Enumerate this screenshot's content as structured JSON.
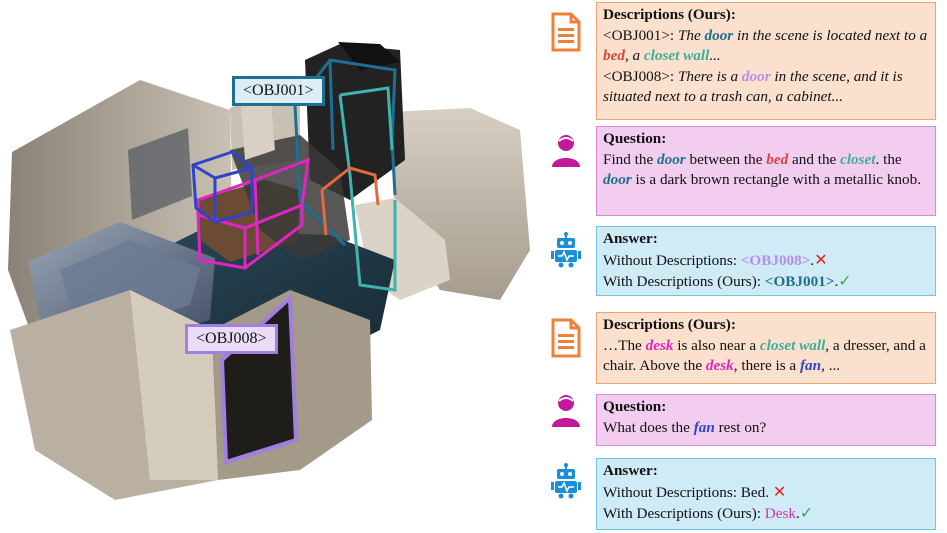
{
  "scene": {
    "obj001_label": "<OBJ001>",
    "obj008_label": "<OBJ008>"
  },
  "panels": {
    "desc1": {
      "title": "Descriptions (Ours):",
      "l1_id": "<OBJ001>: ",
      "l1_a": "The ",
      "l1_door": "door",
      "l1_b": " in the scene is located next to a ",
      "l1_bed": "bed",
      "l1_c": ", a ",
      "l1_closet": "closet wall",
      "l1_d": "...",
      "l2_id": "<OBJ008>: ",
      "l2_a": "There is a ",
      "l2_door": "door",
      "l2_b": " in the scene, and it is situated next to a trash can, a cabinet..."
    },
    "q1": {
      "title": "Question:",
      "a": "Find the ",
      "door": "door",
      "b": " between the ",
      "bed": "bed",
      "c": " and the ",
      "closet": "closet",
      "d": ". the ",
      "door2": "door",
      "e": " is a dark brown rectangle with a metallic knob."
    },
    "a1": {
      "title": "Answer:",
      "without_prefix": "Without Descriptions: ",
      "without_value": "<OBJ008>",
      "without_suffix": ".",
      "with_prefix": "With Descriptions (Ours): ",
      "with_value": "<OBJ001>",
      "with_suffix": ".",
      "cross": "✕",
      "check": "✓"
    },
    "desc2": {
      "title": "Descriptions (Ours):",
      "a": "…The ",
      "desk": "desk",
      "b": " is also near a ",
      "closet": "closet wall",
      "c": ", a dresser, and a chair. Above the ",
      "desk2": "desk",
      "d": ", there is a ",
      "fan": "fan",
      "e": ", ..."
    },
    "q2": {
      "title": "Question:",
      "a": "What does the ",
      "fan": "fan",
      "b": " rest on?"
    },
    "a2": {
      "title": "Answer:",
      "without_prefix": "Without Descriptions: ",
      "without_value": "Bed",
      "without_suffix": ". ",
      "with_prefix": "With Descriptions (Ours): ",
      "with_value": "Desk",
      "with_suffix": ".",
      "cross": "✕",
      "check": "✓"
    }
  },
  "icons": {
    "document": "document-icon",
    "user": "user-icon",
    "robot": "robot-icon"
  },
  "colors": {
    "desc_bg": "#fbe0cd",
    "question_bg": "#f3cdef",
    "answer_bg": "#cfebf6",
    "obj001_box": "#1d6f93",
    "obj008_box": "#a07fe0",
    "desk_box": "#e125c0",
    "fan_box": "#2f45c8",
    "closet_box": "#3fb3b0",
    "bed_box": "#e36a3b"
  }
}
